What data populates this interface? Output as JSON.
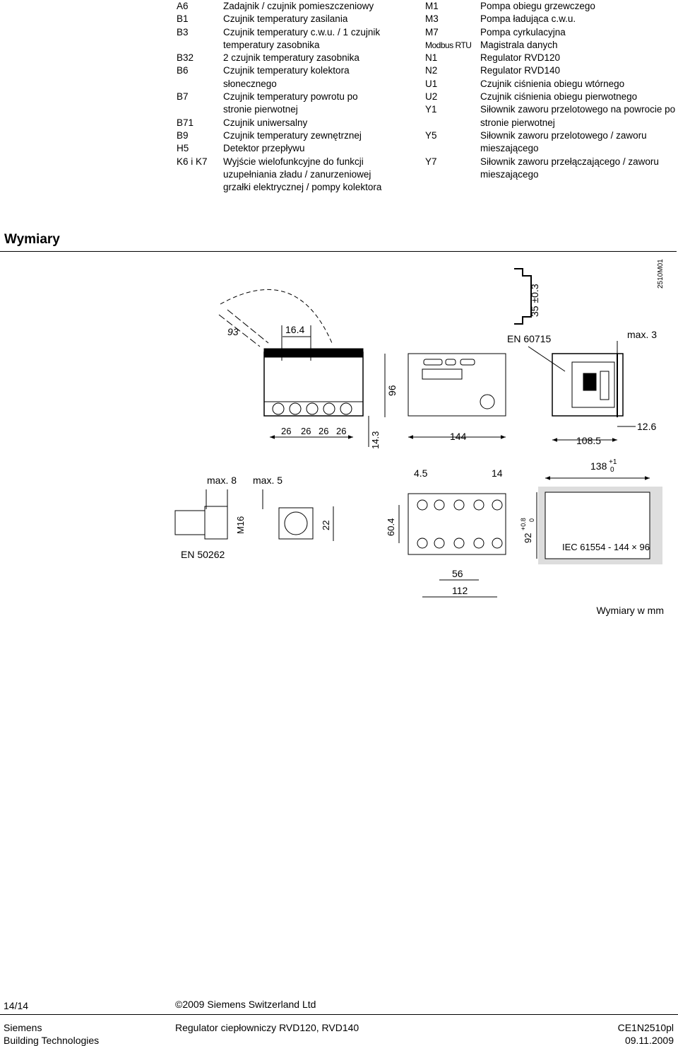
{
  "legend_left": [
    {
      "code": "A6",
      "text": "Zadajnik / czujnik pomieszczeniowy"
    },
    {
      "code": "B1",
      "text": "Czujnik temperatury zasilania"
    },
    {
      "code": "B3",
      "text": "Czujnik temperatury c.w.u. / 1 czujnik temperatury zasobnika"
    },
    {
      "code": "B32",
      "text": "2 czujnik temperatury zasobnika"
    },
    {
      "code": "B6",
      "text": "Czujnik temperatury kolektora słonecznego"
    },
    {
      "code": "B7",
      "text": "Czujnik temperatury powrotu po stronie pierwotnej"
    },
    {
      "code": "B71",
      "text": "Czujnik uniwersalny"
    },
    {
      "code": "B9",
      "text": "Czujnik temperatury zewnętrznej"
    },
    {
      "code": "H5",
      "text": "Detektor przepływu"
    },
    {
      "code": "K6 i K7",
      "text": "Wyjście wielofunkcyjne do funkcji uzupełniania zładu / zanurzeniowej grzałki elektrycznej / pompy kolektora"
    }
  ],
  "legend_right": [
    {
      "code": "M1",
      "text": "Pompa obiegu grzewczego"
    },
    {
      "code": "M3",
      "text": "Pompa ładująca c.w.u."
    },
    {
      "code": "M7",
      "text": "Pompa cyrkulacyjna"
    },
    {
      "code": "Modbus RTU",
      "text": "Magistrala danych"
    },
    {
      "code": "N1",
      "text": "Regulator RVD120"
    },
    {
      "code": "N2",
      "text": "Regulator RVD140"
    },
    {
      "code": "U1",
      "text": "Czujnik ciśnienia obiegu wtórnego"
    },
    {
      "code": "U2",
      "text": "Czujnik ciśnienia obiegu pierwotnego"
    },
    {
      "code": "Y1",
      "text": "Siłownik zaworu przelotowego na powrocie po stronie pierwotnej"
    },
    {
      "code": "Y5",
      "text": "Siłownik zaworu przelotowego / zaworu mieszającego"
    },
    {
      "code": "Y7",
      "text": "Siłownik zaworu przełączającego / zaworu mieszającego"
    }
  ],
  "section_title": "Wymiary",
  "drawing": {
    "code": "2510M01",
    "d_93": "93",
    "d_16_4": "16.4",
    "d_26a": "26",
    "d_26b": "26",
    "d_26c": "26",
    "d_26d": "26",
    "d_14_3": "14.3",
    "d_96": "96",
    "d_144": "144",
    "d_35": "35 ±0.3",
    "en60715": "EN 60715",
    "d_max3": "max. 3",
    "d_108_5": "108.5",
    "d_12_6": "12.6",
    "d_max8": "max. 8",
    "d_max5": "max. 5",
    "d_m16": "M16",
    "d_22": "22",
    "en50262": "EN 50262",
    "d_4_5": "4.5",
    "d_14": "14",
    "d_60_4": "60.4",
    "d_56": "56",
    "d_112": "112",
    "d_138": "138",
    "d_138_tol_up": "+1",
    "d_138_tol_lo": "0",
    "d_92": "92",
    "d_92_tol_up": "+0.8",
    "d_92_tol_lo": "0",
    "iec": "IEC 61554 - 144 × 96"
  },
  "dims_note": "Wymiary w mm",
  "footer": {
    "page": "14/14",
    "copyright": "2009 Siemens Switzerland Ltd",
    "company": "Siemens",
    "division": "Building Technologies",
    "product": "Regulator ciepłowniczy RVD120, RVD140",
    "doc_id": "CE1N2510pl",
    "date": "09.11.2009"
  }
}
